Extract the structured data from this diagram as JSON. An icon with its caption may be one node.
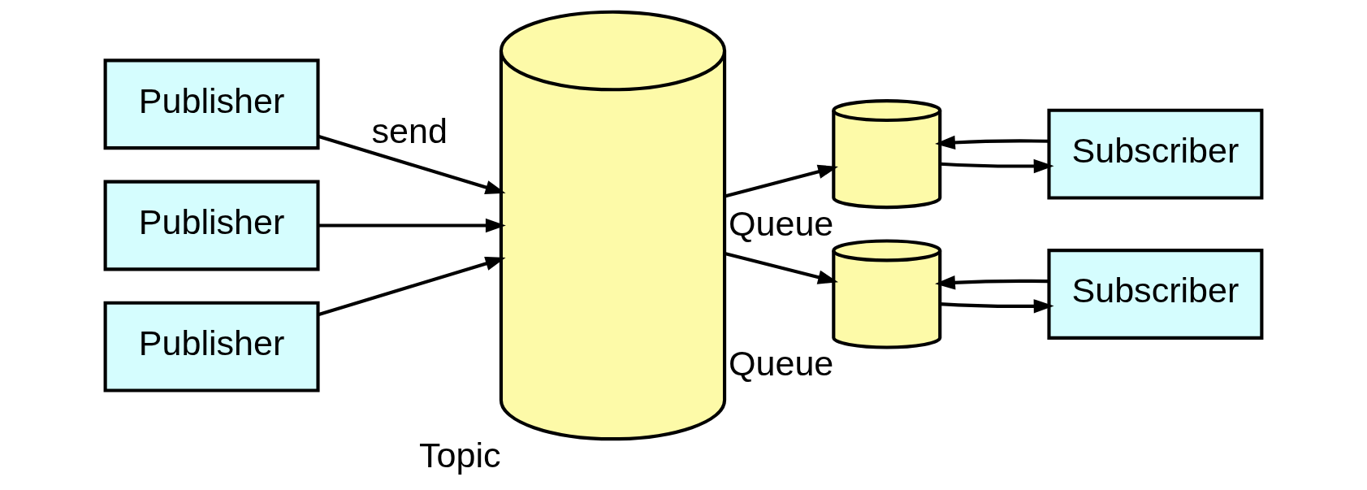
{
  "diagram": {
    "nodes": [
      {
        "text": [
          "Publisher"
        ]
      },
      {
        "text": [
          "Publisher"
        ]
      },
      {
        "text": [
          "Publisher"
        ]
      },
      {
        "text": [
          "Topic"
        ]
      },
      {
        "text": [
          "Queue"
        ]
      },
      {
        "text": [
          "Queue"
        ]
      },
      {
        "text": [
          "Subscriber"
        ]
      },
      {
        "text": [
          "Subscriber"
        ]
      }
    ],
    "edges": [
      {
        "from": 0,
        "to": 3,
        "arrow": "to",
        "label": "send"
      },
      {
        "from": 1,
        "to": 3,
        "arrow": "to"
      },
      {
        "from": 2,
        "to": 3,
        "arrow": "to"
      },
      {
        "from": 3,
        "to": 4,
        "arrow": "to"
      },
      {
        "from": 3,
        "to": 5,
        "arrow": "to"
      },
      {
        "from": 4,
        "to": 6,
        "arrow": "to"
      },
      {
        "from": 6,
        "to": 4,
        "arrow": "to"
      },
      {
        "from": 5,
        "to": 7,
        "arrow": "to"
      },
      {
        "from": 7,
        "to": 5,
        "arrow": "to"
      }
    ]
  }
}
